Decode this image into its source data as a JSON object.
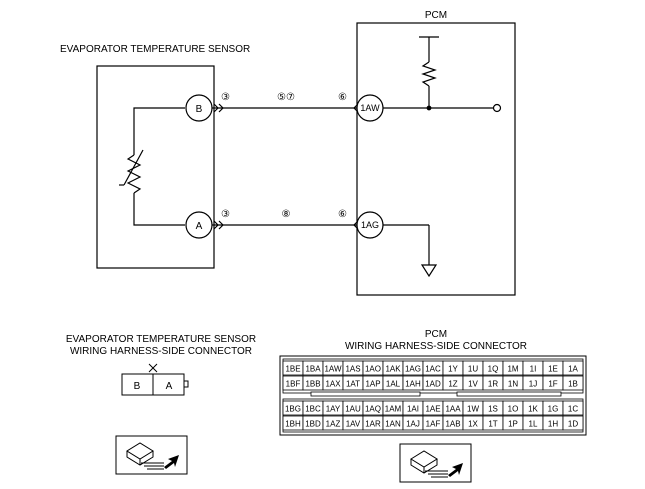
{
  "sensor_title": "EVAPORATOR TEMPERATURE SENSOR",
  "pcm_title": "PCM",
  "sensor_terminals": [
    {
      "id": "B",
      "connector_num": "③"
    },
    {
      "id": "A",
      "connector_num": "③"
    }
  ],
  "wire_labels": [
    {
      "text": "⑤⑦"
    },
    {
      "text": "⑧"
    }
  ],
  "pcm_terminals": [
    {
      "id": "1AW",
      "connector_num": "⑥"
    },
    {
      "id": "1AG",
      "connector_num": "⑥"
    }
  ],
  "sensor_connector": {
    "title_line1": "EVAPORATOR TEMPERATURE SENSOR",
    "title_line2": "WIRING HARNESS-SIDE CONNECTOR",
    "pins": [
      "B",
      "A"
    ]
  },
  "pcm_connector": {
    "title_line1": "PCM",
    "title_line2": "WIRING  HARNESS-SIDE CONNECTOR",
    "top_rows": [
      [
        "1BE",
        "1BA",
        "1AW",
        "1AS",
        "1AO",
        "1AK",
        "1AG",
        "1AC",
        "1Y",
        "1U",
        "1Q",
        "1M",
        "1I",
        "1E",
        "1A"
      ],
      [
        "1BF",
        "1BB",
        "1AX",
        "1AT",
        "1AP",
        "1AL",
        "1AH",
        "1AD",
        "1Z",
        "1V",
        "1R",
        "1N",
        "1J",
        "1F",
        "1B"
      ]
    ],
    "bottom_rows": [
      [
        "1BG",
        "1BC",
        "1AY",
        "1AU",
        "1AQ",
        "1AM",
        "1AI",
        "1AE",
        "1AA",
        "1W",
        "1S",
        "1O",
        "1K",
        "1G",
        "1C"
      ],
      [
        "1BH",
        "1BD",
        "1AZ",
        "1AV",
        "1AR",
        "1AN",
        "1AJ",
        "1AF",
        "1AB",
        "1X",
        "1T",
        "1P",
        "1L",
        "1H",
        "1D"
      ]
    ]
  }
}
